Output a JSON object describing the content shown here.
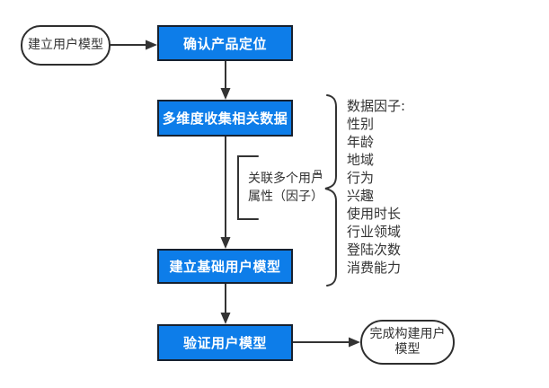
{
  "colors": {
    "box_fill": "#0d7de9",
    "box_border": "#17212f",
    "line": "#333333",
    "text_dark": "#333333",
    "text_light": "#ffffff",
    "shape_border": "#2e2e2e",
    "background": "#ffffff"
  },
  "nodes": {
    "start": {
      "label": "建立用户模型"
    },
    "step1": {
      "label": "确认产品定位"
    },
    "step2": {
      "label": "多维度收集相关数据"
    },
    "step3": {
      "label": "建立基础用户模型"
    },
    "step4": {
      "label": "验证用户模型"
    },
    "end": {
      "label_line1": "完成构建用户",
      "label_line2": "模型"
    }
  },
  "annotations": {
    "factor_note": {
      "line1": "关联多个用户",
      "line2": "属性（因子）"
    },
    "data_factors": {
      "title": "数据因子:",
      "items": [
        "性别",
        "年龄",
        "地域",
        "行为",
        "兴趣",
        "使用时长",
        "行业领域",
        "登陆次数",
        "消费能力"
      ]
    }
  }
}
